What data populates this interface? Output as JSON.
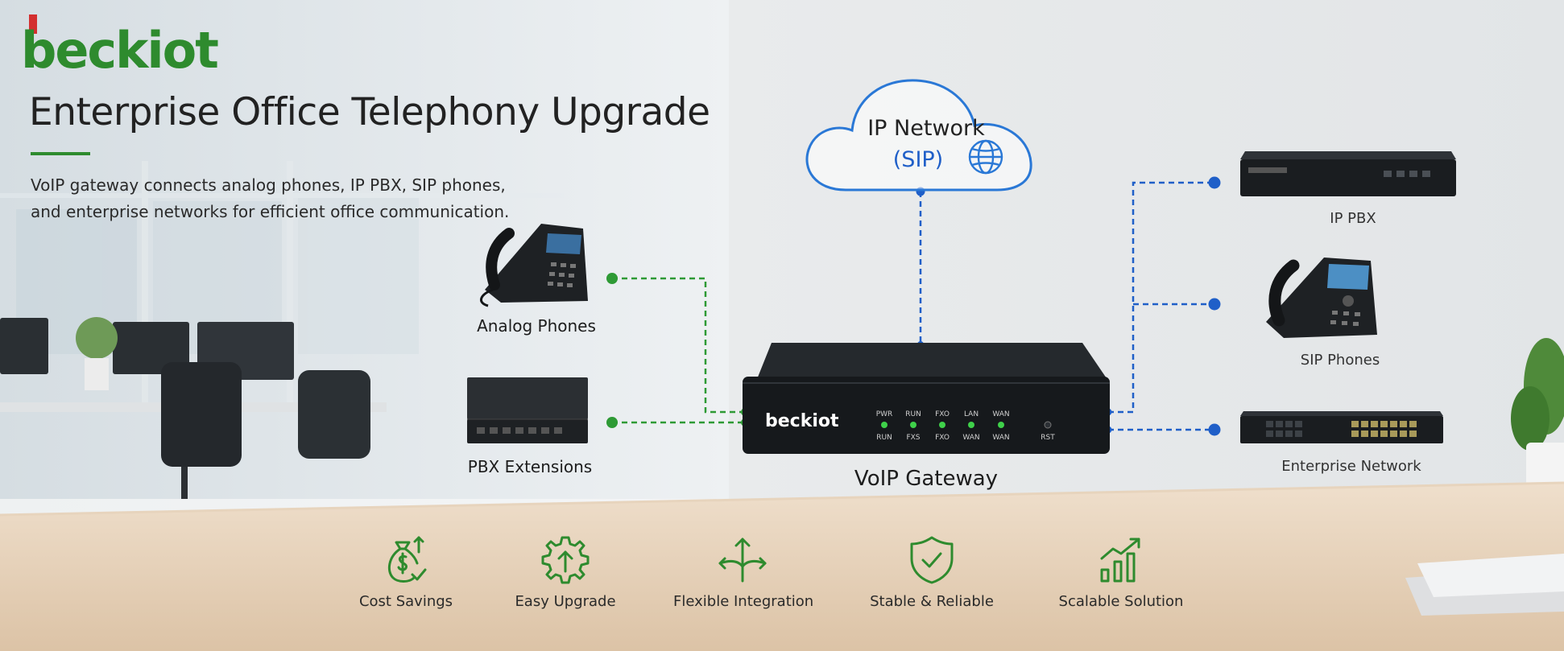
{
  "brand": {
    "logo_text": "beckiot",
    "green": "#2e8b2e",
    "red": "#d32f2f"
  },
  "header": {
    "title": "Enterprise Office Telephony Upgrade",
    "description_lines": [
      "VoIP gateway connects analog phones, IP PBX, SIP phones,",
      "and enterprise networks for efficient office communication."
    ]
  },
  "diagram": {
    "cloud": {
      "line1": "IP Network",
      "line2": "(SIP)",
      "icon": "globe-icon"
    },
    "gateway": {
      "label": "VoIP Gateway",
      "brand": "beckiot",
      "led_top": [
        "PWR",
        "RUN",
        "FXO",
        "LAN",
        "WAN"
      ],
      "led_bottom": [
        "RUN",
        "FXS",
        "FXO",
        "WAN",
        "WAN"
      ],
      "reset_label": "RST"
    },
    "left_devices": [
      "Analog Phones",
      "PBX Extensions"
    ],
    "right_devices": [
      "IP PBX",
      "SIP Phones",
      "Enterprise Network"
    ],
    "colors": {
      "left_links": "#2e9a35",
      "right_links": "#1f5fc8",
      "cloud": "#2a78d6"
    }
  },
  "benefits": [
    {
      "label": "Cost Savings",
      "icon": "money-bag-icon"
    },
    {
      "label": "Easy Upgrade",
      "icon": "gear-upgrade-icon"
    },
    {
      "label": "Flexible Integration",
      "icon": "split-arrows-icon"
    },
    {
      "label": "Stable & Reliable",
      "icon": "shield-check-icon"
    },
    {
      "label": "Scalable Solution",
      "icon": "growth-chart-icon"
    }
  ]
}
